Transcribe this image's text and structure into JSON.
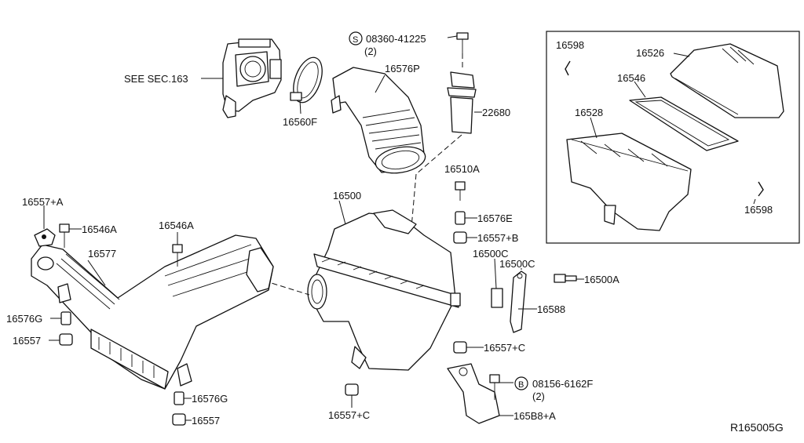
{
  "diagram": {
    "reference_code": "R165005G",
    "labels": {
      "see_sec": "SEE SEC.163",
      "p16560F": "16560F",
      "p16576P": "16576P",
      "s_part": "08360-41225",
      "s_qty": "(2)",
      "s_marker": "S",
      "p22680": "22680",
      "p16598_top": "16598",
      "p16526": "16526",
      "p16546": "16546",
      "p16528": "16528",
      "p16598_right": "16598",
      "p16557plusA": "16557+A",
      "p16546A_left": "16546A",
      "p16546A_mid": "16546A",
      "p16577": "16577",
      "p16576G_left": "16576G",
      "p16557_left": "16557",
      "p16576G_bottom": "16576G",
      "p16557_bottom": "16557",
      "p16500": "16500",
      "p16510A": "16510A",
      "p16576E": "16576E",
      "p16557plusB": "16557+B",
      "p16500C_a": "16500C",
      "p16500C_b": "16500C",
      "p16500A": "16500A",
      "p16588": "16588",
      "p16557plusC_right": "16557+C",
      "p16557plusC_bottom": "16557+C",
      "b_part": "08156-6162F",
      "b_qty": "(2)",
      "b_marker": "B",
      "p16588plusA": "165B8+A"
    }
  }
}
